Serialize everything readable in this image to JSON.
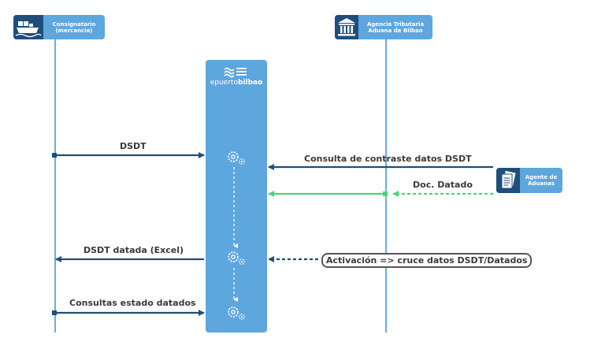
{
  "actors": {
    "consignatario": "Consignatario\n(mercancia)",
    "agencia": "Agencia Tributaria\nAduana de Bilbao",
    "agente": "Agente de\nAduanas"
  },
  "brand": {
    "name": "epuertobilbao",
    "prefix": "epuerto",
    "suffix": "bilbao"
  },
  "messages": {
    "dsdt": "DSDT",
    "consulta": "Consulta de contraste datos DSDT",
    "doc_datado": "Doc. Datado",
    "dsdt_datada": "DSDT datada (Excel)",
    "activacion": "Activación => cruce datos DSDT/Datados",
    "consultas_estado": "Consultas estado datados"
  },
  "colors": {
    "lifeline": "#6aaee2",
    "actor": "#5ea6de",
    "arrow_dark": "#1f4e7a",
    "arrow_green": "#4cd47a"
  },
  "icons": [
    "ship-icon",
    "government-building-icon",
    "documents-icon",
    "waves-icon",
    "gears-icon"
  ]
}
